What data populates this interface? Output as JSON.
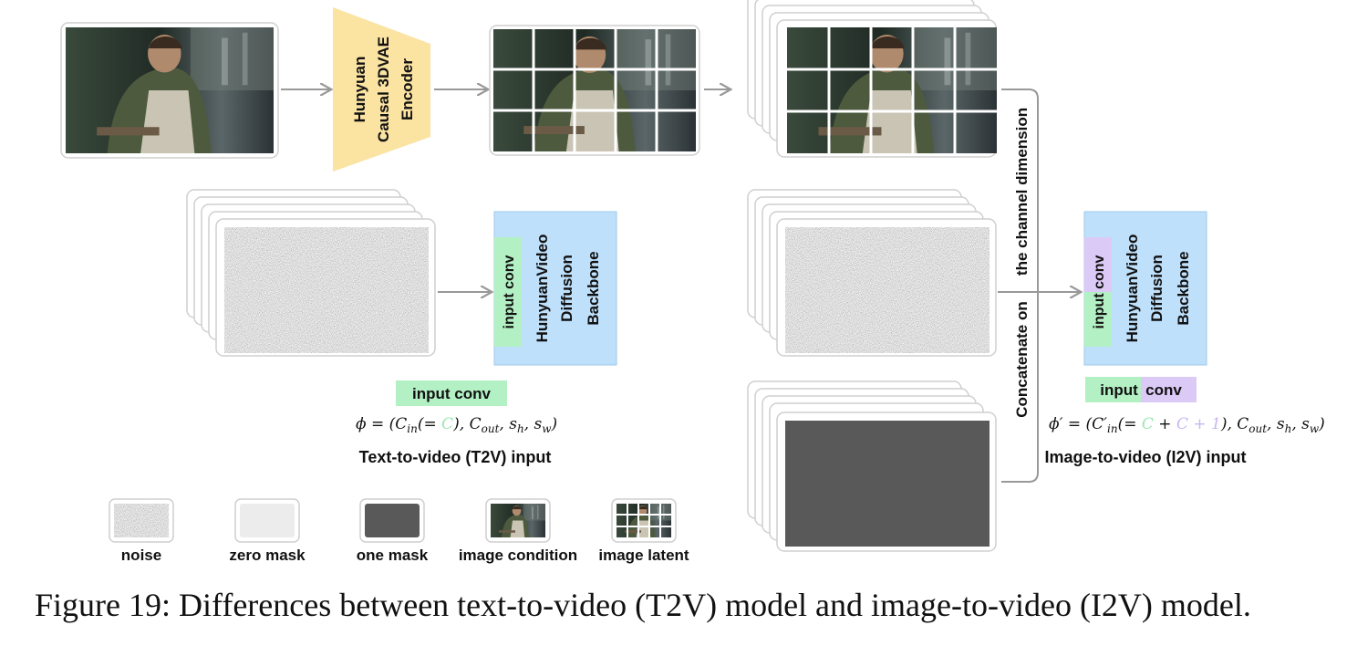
{
  "encoder": {
    "line1": "Hunyuan",
    "line2": "Causal 3DVAE",
    "line3": "Encoder"
  },
  "t2v": {
    "inner_conv": "input conv",
    "backbone_line1": "HunyuanVideo",
    "backbone_line2": "Diffusion",
    "backbone_line3": "Backbone",
    "conv_label": "input conv",
    "formula_prefix": "ϕ = (C",
    "formula_sub_in": "in",
    "formula_eq": "(= ",
    "formula_c": "C",
    "formula_rest": "), C",
    "formula_sub_out": "out",
    "formula_tail": ", s",
    "formula_sub_h": "h",
    "formula_mid": ", s",
    "formula_sub_w": "w",
    "formula_end": ")",
    "title": "Text-to-video (T2V) input"
  },
  "i2v": {
    "inner_conv": "input conv",
    "backbone_line1": "HunyuanVideo",
    "backbone_line2": "Diffusion",
    "backbone_line3": "Backbone",
    "conv_part1": "input",
    "conv_part2": "conv",
    "formula_prefix": "ϕ′ = (C′",
    "formula_sub_in": "in",
    "formula_eq": "(= ",
    "formula_c1": "C",
    "formula_plus": " + ",
    "formula_c2": "C + 1",
    "formula_rest": "), C",
    "formula_sub_out": "out",
    "formula_tail": ", s",
    "formula_sub_h": "h",
    "formula_mid": ", s",
    "formula_sub_w": "w",
    "formula_end": ")",
    "title": "Image-to-video (I2V) input"
  },
  "concat": {
    "line1": "Concatenate on",
    "line2": "the channel dimension"
  },
  "legend": [
    {
      "label": "noise"
    },
    {
      "label": "zero mask"
    },
    {
      "label": "one mask"
    },
    {
      "label": "image condition"
    },
    {
      "label": "image latent"
    }
  ],
  "caption": "Figure 19: Differences between text-to-video (T2V) model and image-to-video (I2V) model.",
  "colors": {
    "encoder": "#fbe3a2",
    "backbone": "#bfe0fb",
    "conv_green": "#b3f0c4",
    "conv_purple": "#dccaf6",
    "one_mask": "#595959",
    "zero_mask": "#ececec",
    "arrow": "#999999"
  }
}
